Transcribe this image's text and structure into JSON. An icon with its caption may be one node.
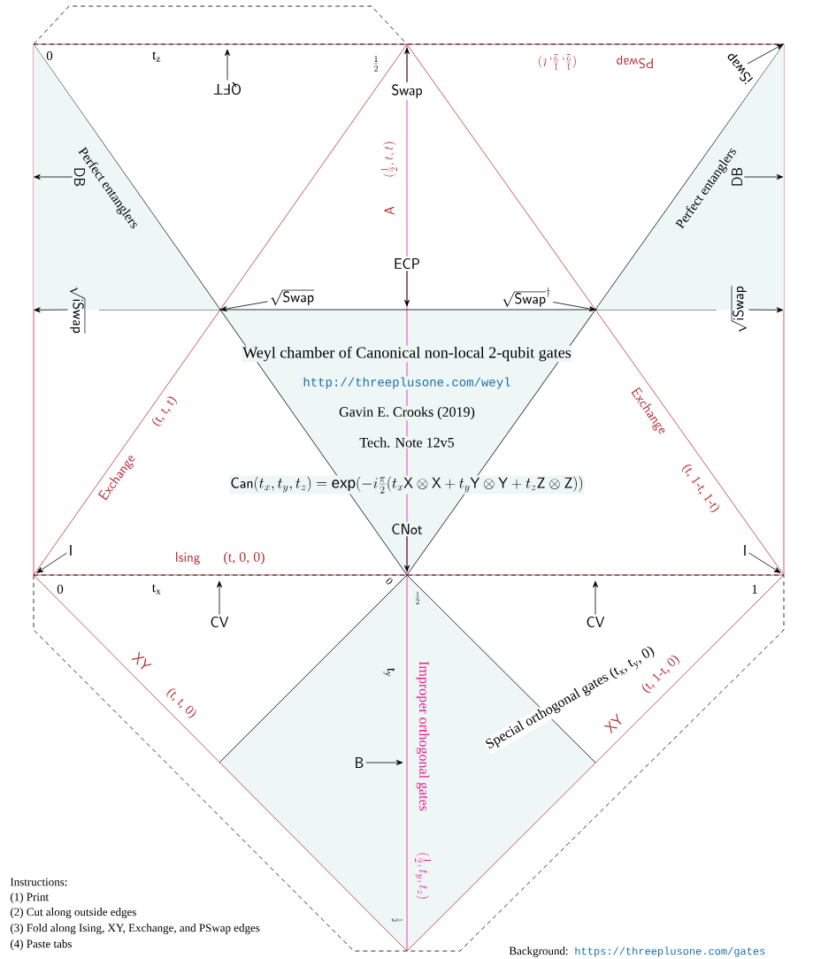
{
  "diagram": {
    "title": "Weyl chamber of Canonical non-local 2-qubit gates",
    "nodes": [
      {
        "text": [
          "QFT"
        ]
      },
      {
        "text": [
          "Swap"
        ]
      },
      {
        "text": [
          "iSwap"
        ]
      },
      {
        "text": [
          "DB"
        ],
        "in": 16
      },
      {
        "text": [
          "DB"
        ],
        "in": 17
      },
      {
        "text": [
          "ECP"
        ]
      },
      {
        "text": [
          "\\sqrt{\\mathsf{iSwap}}"
        ]
      },
      {
        "text": [
          "\\sqrt{\\mathsf{Swap}}"
        ]
      },
      {
        "text": [
          "\\sqrt{\\mathsf{Swap}}^{\\dagger}"
        ]
      },
      {
        "text": [
          "\\sqrt{\\mathsf{iSwap}}"
        ]
      },
      {
        "text": [
          "I"
        ]
      },
      {
        "text": [
          "I"
        ]
      },
      {
        "text": [
          "CNot"
        ]
      },
      {
        "text": [
          "CV"
        ]
      },
      {
        "text": [
          "CV"
        ]
      },
      {
        "text": [
          "B"
        ]
      },
      {
        "text": [],
        "shape": "triangle"
      },
      {
        "text": [],
        "shape": "triangle"
      }
    ],
    "edges": [
      {
        "from": 0,
        "to": null,
        "arrow": "to"
      },
      {
        "from": 1,
        "to": null,
        "arrow": "to"
      },
      {
        "from": 2,
        "to": 17,
        "arrow": "to"
      },
      {
        "from": 3,
        "to": 16,
        "arrow": "to"
      },
      {
        "from": 4,
        "to": 17,
        "arrow": "to"
      },
      {
        "from": 5,
        "to": null,
        "arrow": "to"
      },
      {
        "from": 6,
        "to": 16,
        "arrow": "to"
      },
      {
        "from": 7,
        "to": 16,
        "arrow": "to"
      },
      {
        "from": 8,
        "to": 17,
        "arrow": "to"
      },
      {
        "from": 9,
        "to": 17,
        "arrow": "to"
      },
      {
        "from": 10,
        "to": null,
        "arrow": "to"
      },
      {
        "from": 11,
        "to": null,
        "arrow": "to"
      },
      {
        "from": 12,
        "to": null,
        "arrow": "to"
      },
      {
        "from": 13,
        "to": null,
        "arrow": "to"
      },
      {
        "from": 14,
        "to": null,
        "arrow": "to"
      },
      {
        "from": 15,
        "to": null,
        "arrow": "to"
      }
    ],
    "labels": [
      "0",
      "t$_{z}$",
      "\\frac{1}{2}",
      "(\\frac{1}{2}, \\frac{1}{2}, t)",
      "PSwap",
      "Perfect entanglers",
      "Perfect entanglers",
      "A",
      "(\\frac{1}{2}, t, t)",
      "http://threeplusone.com/weyl",
      "Gavin E. Crooks (2019)",
      "Tech. Note 12v5",
      "\\mathsf{Can}(t_x, t_y, t_z) = \\exp\\Bigl(-i\\frac{\\pi}{2}(t_x \\mathsf{X}\\otimes\\mathsf{X} + t_y \\mathsf{Y}\\otimes\\mathsf{Y} + t_z \\mathsf{Z}\\otimes\\mathsf{Z})\\Bigr)",
      "Exchange",
      "(t, t, t)",
      "Exchange",
      "(t, 1-t, 1-t)",
      "Ising",
      "(t, 0, 0)",
      "0",
      "t$_{x}$",
      "0",
      "\\frac{1}{2}",
      "1",
      "t$_{y}$",
      "XY",
      "(t, t, 0)",
      "XY",
      "(t, 1-t, 0)",
      "Special orthogonal gates (t$_{x}$, t$_{y}$, 0)",
      "Improper orthogonal gates",
      "(\\frac{1}{2}, t_y, t_z)",
      "\\frac{1}{2}",
      "Instructions:",
      "(1) Print",
      "(2) Cut along outside edges",
      "(3) Fold along Ising, XY, Exchange, and PSwap edges",
      "(4) Paste tabs",
      "Background:",
      "https://threeplusone.com/gates"
    ]
  }
}
